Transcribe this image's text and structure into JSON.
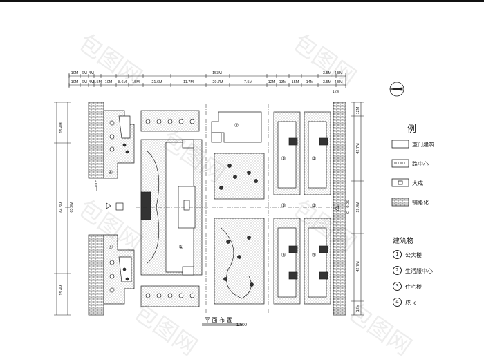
{
  "plan": {
    "title": "平 面 布 置",
    "scale": "1:500",
    "top_dims_row1": [
      "10M",
      "6M",
      "4M",
      "",
      "",
      "",
      "",
      "",
      "",
      "",
      "",
      "",
      "",
      "",
      "",
      "3.5M",
      "4.5M"
    ],
    "top_total": "153M",
    "top_dims_row2": [
      "10M",
      "6M",
      "4M",
      "5.5M",
      "10M",
      "8.6M",
      "15M",
      "21.6M",
      "11.7M",
      "29.7M",
      "7.5M",
      "12M",
      "13M",
      "15M",
      "14M",
      "3.5M",
      "4.5M"
    ],
    "right_edge_dim": "12M",
    "left_dims": [
      "15.4M",
      "64.6M",
      "63.9M",
      "15.4M"
    ],
    "left_axis_label": "C—0.05",
    "right_dims_a": [
      "12M",
      "42.7M",
      "19.4M",
      "42.7M",
      "12M"
    ],
    "right_axis_label": "C—0.05",
    "zones": [
      "①",
      "②",
      "③",
      "③",
      "③",
      "③",
      "③",
      "③",
      "④",
      "④"
    ]
  },
  "legend": {
    "title": "例",
    "items": [
      {
        "label": "重门建筑"
      },
      {
        "label": "路中心"
      },
      {
        "label": "大戌"
      },
      {
        "label": "铺路化"
      }
    ],
    "buildings_title": "建筑物",
    "buildings": [
      {
        "num": "1",
        "label": "公大楼"
      },
      {
        "num": "2",
        "label": "生活服中心"
      },
      {
        "num": "3",
        "label": "住宅楼"
      },
      {
        "num": "4",
        "label": "戍  k"
      }
    ]
  },
  "watermark": "包图网",
  "colors": {
    "line": "#222222",
    "hatch": "#555555",
    "background": "#ffffff"
  }
}
